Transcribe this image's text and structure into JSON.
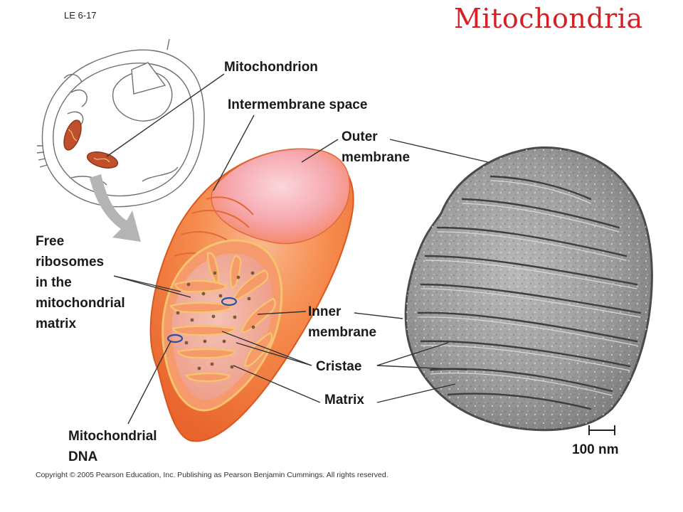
{
  "slide": {
    "id": "LE 6-17",
    "title": "Mitochondria",
    "copyright": "Copyright © 2005 Pearson Education, Inc. Publishing as Pearson Benjamin Cummings. All rights reserved."
  },
  "labels": {
    "mitochondrion": "Mitochondrion",
    "intermembrane_space": "Intermembrane space",
    "outer_membrane": [
      "Outer",
      "membrane"
    ],
    "free_ribosomes": [
      "Free",
      "ribosomes",
      "in the",
      "mitochondrial",
      "matrix"
    ],
    "inner_membrane": [
      "Inner",
      "membrane"
    ],
    "cristae": "Cristae",
    "matrix": "Matrix",
    "mitochondrial_dna": [
      "Mitochondrial",
      "DNA"
    ],
    "scale_bar": "100 nm"
  },
  "colors": {
    "title": "#d81f26",
    "mito_outer": "#f47a3c",
    "mito_inner": "#f79a6b",
    "mito_matrix": "#f5b8a8",
    "crista": "#f8c98a",
    "micrograph": "#8a8a8a"
  }
}
